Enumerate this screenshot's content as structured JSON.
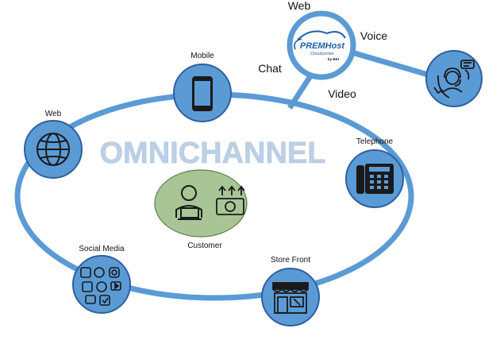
{
  "diagram": {
    "title": "OMNICHANNEL",
    "center": {
      "label": "Customer"
    },
    "nodes": {
      "mobile": {
        "label": "Mobile",
        "icon": "smartphone-icon"
      },
      "web": {
        "label": "Web",
        "icon": "globe-icon"
      },
      "telephone": {
        "label": "Telephone",
        "icon": "desk-phone-icon"
      },
      "social": {
        "label": "Social Media",
        "icon": "social-media-icon"
      },
      "store": {
        "label": "Store Front",
        "icon": "storefront-icon"
      },
      "support": {
        "icon": "call-center-agent-icon"
      }
    },
    "hub": {
      "logo_text": "PREMHost",
      "logo_subtext": "Cloudcenter",
      "logo_badge": "by BKI",
      "channels": {
        "web": "Web",
        "voice": "Voice",
        "chat": "Chat",
        "video": "Video"
      }
    },
    "colors": {
      "node_fill": "#5b9bd5",
      "node_stroke": "#2e5fa0",
      "ring": "#5b9bd5",
      "title": "#bcd0e6",
      "customer_fill": "#a9c596",
      "customer_stroke": "#5f7f4a"
    }
  }
}
